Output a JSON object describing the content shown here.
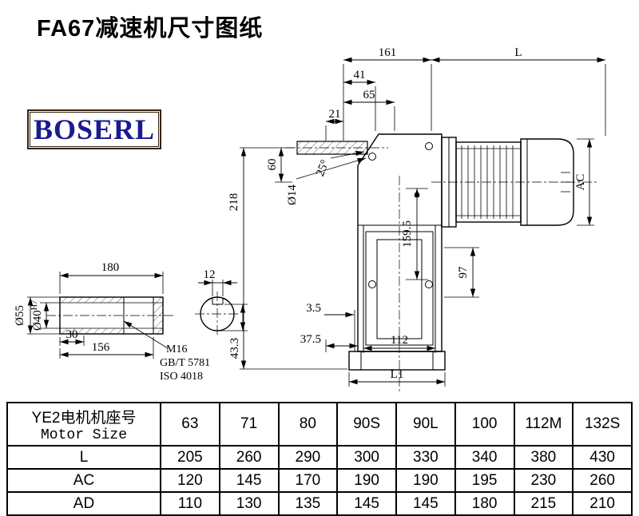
{
  "title": "FA67减速机尺寸图纸",
  "logo": "BOSERL",
  "drawing": {
    "dims": {
      "d161": "161",
      "dL": "L",
      "d41": "41",
      "d65": "65",
      "d21": "21",
      "d60": "60",
      "d218": "218",
      "d14": "Ø14",
      "a25": "25°",
      "dAC": "AC",
      "d159_5": "159.5",
      "d97": "97",
      "d3_5": "3.5",
      "d37_5": "37.5",
      "d112": "112",
      "dL1": "L1"
    },
    "shaft": {
      "d180": "180",
      "d12": "12",
      "d55": "Ø55",
      "d40": "Ø40",
      "tol": "H7",
      "d30": "30",
      "d156": "156",
      "d43_3": "43.3",
      "thread": "M16",
      "std1": "GB/T 5781",
      "std2": "ISO 4018"
    }
  },
  "table": {
    "header": {
      "line1": "YE2电机机座号",
      "line2": "Motor Size"
    },
    "sizes": [
      "63",
      "71",
      "80",
      "90S",
      "90L",
      "100",
      "112M",
      "132S"
    ],
    "rows": [
      {
        "label": "L",
        "values": [
          "205",
          "260",
          "290",
          "300",
          "330",
          "340",
          "380",
          "430"
        ]
      },
      {
        "label": "AC",
        "values": [
          "120",
          "145",
          "170",
          "190",
          "190",
          "195",
          "230",
          "260"
        ]
      },
      {
        "label": "AD",
        "values": [
          "110",
          "130",
          "135",
          "145",
          "145",
          "180",
          "215",
          "210"
        ]
      }
    ]
  }
}
